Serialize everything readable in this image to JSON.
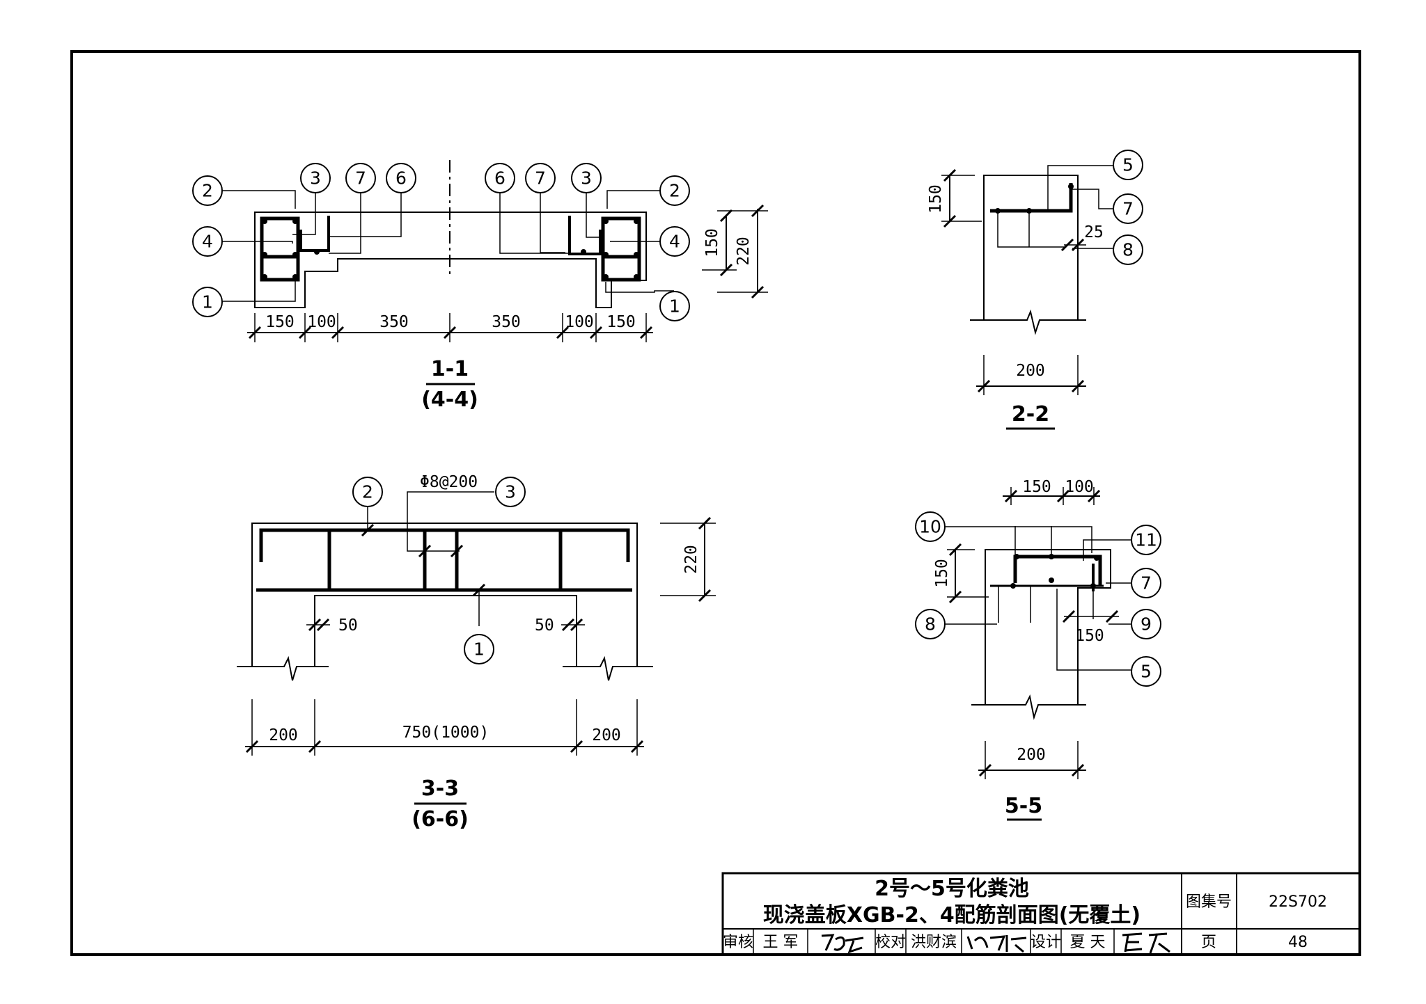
{
  "sections": {
    "s11": {
      "title": "1-1",
      "subtitle": "(4-4)",
      "dims_bottom": [
        "150",
        "100",
        "350",
        "350",
        "100",
        "150"
      ],
      "dims_right": [
        "150",
        "220"
      ]
    },
    "s22": {
      "title": "2-2",
      "dim_height": "150",
      "dim_offset": "25",
      "dim_width": "200"
    },
    "s33": {
      "title": "3-3",
      "subtitle": "(6-6)",
      "rebar_spec": "Φ8@200",
      "dim_height": "220",
      "dim_left_offset": "50",
      "dim_right_offset": "50",
      "dims_bottom": [
        "200",
        "750(1000)",
        "200"
      ]
    },
    "s55": {
      "title": "5-5",
      "dims_top": [
        "150",
        "100"
      ],
      "dim_height": "150",
      "dim_inner": "150",
      "dim_width": "200"
    }
  },
  "markers": {
    "m1": "1",
    "m2": "2",
    "m3": "3",
    "m4": "4",
    "m5": "5",
    "m6": "6",
    "m7": "7",
    "m8": "8",
    "m9": "9",
    "m10": "10",
    "m11": "11"
  },
  "title_block": {
    "title_line1": "2号～5号化粪池",
    "title_line2": "现浇盖板XGB-2、4配筋剖面图(无覆土)",
    "atlas_label": "图集号",
    "atlas_no": "22S702",
    "review_label": "审核",
    "reviewer": "王 军",
    "check_label": "校对",
    "checker": "洪财滨",
    "design_label": "设计",
    "designer": "夏 天",
    "page_label": "页",
    "page_no": "48"
  }
}
